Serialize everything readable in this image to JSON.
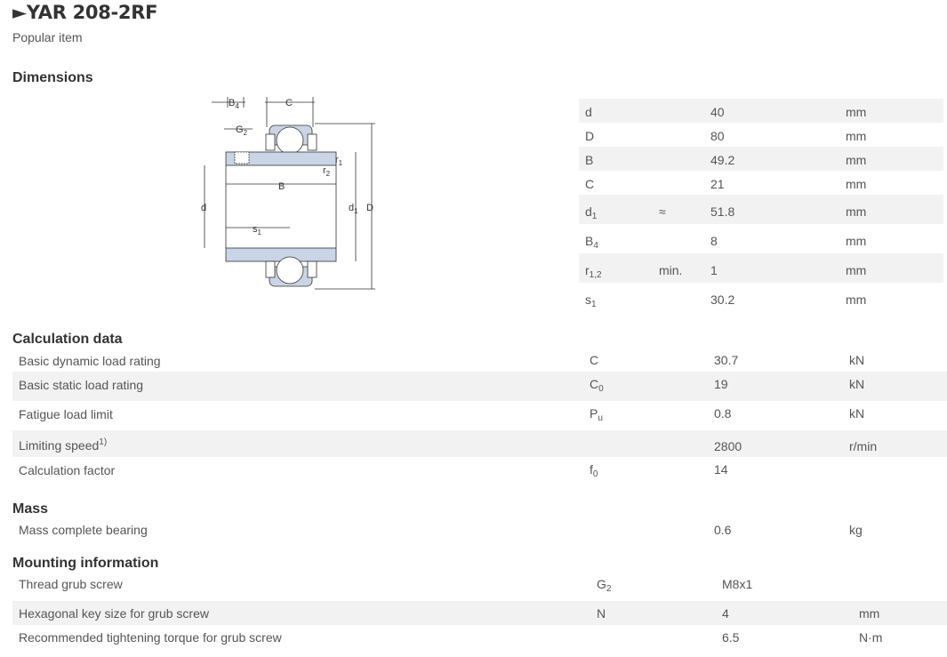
{
  "header": {
    "title": "►YAR 208-2RF",
    "subtitle": "Popular item"
  },
  "sections": {
    "dimensions": "Dimensions",
    "calculation": "Calculation data",
    "mass": "Mass",
    "mounting": "Mounting information"
  },
  "diagram_labels": {
    "B4": "B",
    "B4_sub": "4",
    "C": "C",
    "G2": "G",
    "G2_sub": "2",
    "r1": "r",
    "r1_sub": "1",
    "r2": "r",
    "r2_sub": "2",
    "B": "B",
    "d": "d",
    "d1": "d",
    "d1_sub": "1",
    "D": "D",
    "s1": "s",
    "s1_sub": "1"
  },
  "dimensions": [
    {
      "sym": "d",
      "sub": "",
      "approx": "",
      "value": "40",
      "unit": "mm"
    },
    {
      "sym": "D",
      "sub": "",
      "approx": "",
      "value": "80",
      "unit": "mm"
    },
    {
      "sym": "B",
      "sub": "",
      "approx": "",
      "value": "49.2",
      "unit": "mm"
    },
    {
      "sym": "C",
      "sub": "",
      "approx": "",
      "value": "21",
      "unit": "mm"
    },
    {
      "sym": "d",
      "sub": "1",
      "approx": "≈",
      "value": "51.8",
      "unit": "mm"
    },
    {
      "sym": "B",
      "sub": "4",
      "approx": "",
      "value": "8",
      "unit": "mm"
    },
    {
      "sym": "r",
      "sub": "1,2",
      "approx": "min.",
      "value": "1",
      "unit": "mm"
    },
    {
      "sym": "s",
      "sub": "1",
      "approx": "",
      "value": "30.2",
      "unit": "mm"
    }
  ],
  "calculation": [
    {
      "label": "Basic dynamic load rating",
      "sup": "",
      "sym": "C",
      "sub": "",
      "value": "30.7",
      "unit": "kN"
    },
    {
      "label": "Basic static load rating",
      "sup": "",
      "sym": "C",
      "sub": "0",
      "value": "19",
      "unit": "kN"
    },
    {
      "label": "Fatigue load limit",
      "sup": "",
      "sym": "P",
      "sub": "u",
      "value": "0.8",
      "unit": "kN"
    },
    {
      "label": "Limiting speed",
      "sup": "1)",
      "sym": "",
      "sub": "",
      "value": "2800",
      "unit": "r/min"
    },
    {
      "label": "Calculation factor",
      "sup": "",
      "sym": "f",
      "sub": "0",
      "value": "14",
      "unit": ""
    }
  ],
  "mass": [
    {
      "label": "Mass complete bearing",
      "sym": "",
      "sub": "",
      "value": "0.6",
      "unit": "kg"
    }
  ],
  "mounting": [
    {
      "label": "Thread grub screw",
      "sym": "G",
      "sub": "2",
      "value": "M8x1",
      "unit": ""
    },
    {
      "label": "Hexagonal key size for grub screw",
      "sym": "N",
      "sub": "",
      "value": "4",
      "unit": "mm"
    },
    {
      "label": "Recommended tightening torque for grub screw",
      "sym": "",
      "sub": "",
      "value": "6.5",
      "unit": "N·m"
    }
  ]
}
